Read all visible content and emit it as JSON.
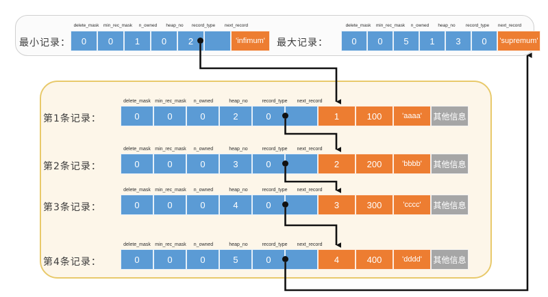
{
  "colors": {
    "blue": "#5b9bd5",
    "orange": "#ed7d31",
    "gray": "#a6a6a6",
    "panel_border_yellow": "#e8c96a",
    "panel_bg_yellow": "#fdf6e9",
    "panel_border_gray": "#cfcfcf",
    "wire": "#111111"
  },
  "headers": {
    "delete_mask": "delete_mask",
    "min_rec_mask": "min_rec_mask",
    "n_owned": "n_owned",
    "heap_no": "heap_no",
    "record_type": "record_type",
    "next_record": "next_record"
  },
  "top_panel": {
    "min_record": {
      "label": "最小记录：",
      "headers": [
        "delete_mask",
        "min_rec_mask",
        "n_owned",
        "heap_no",
        "record_type",
        "next_record"
      ],
      "values": [
        "0",
        "0",
        "1",
        "0",
        "2",
        ""
      ],
      "next_record_is_pointer": true,
      "payload": "'infimum'"
    },
    "max_record": {
      "label": "最大记录：",
      "headers": [
        "delete_mask",
        "min_rec_mask",
        "n_owned",
        "heap_no",
        "record_type",
        "next_record"
      ],
      "values": [
        "0",
        "0",
        "5",
        "1",
        "3",
        "0"
      ],
      "next_record_is_pointer": false,
      "payload": "'supremum'"
    }
  },
  "records_panel": {
    "rows": [
      {
        "label": "第1条记录：",
        "headers": [
          "delete_mask",
          "min_rec_mask",
          "n_owned",
          "heap_no",
          "record_type",
          "next_record"
        ],
        "values": [
          "0",
          "0",
          "0",
          "2",
          "0",
          ""
        ],
        "columns": [
          "1",
          "100",
          "'aaaa'"
        ],
        "other": "其他信息"
      },
      {
        "label": "第2条记录：",
        "headers": [
          "delete_mask",
          "min_rec_mask",
          "n_owned",
          "heap_no",
          "record_type",
          "next_record"
        ],
        "values": [
          "0",
          "0",
          "0",
          "3",
          "0",
          ""
        ],
        "columns": [
          "2",
          "200",
          "'bbbb'"
        ],
        "other": "其他信息"
      },
      {
        "label": "第3条记录：",
        "headers": [
          "delete_mask",
          "min_rec_mask",
          "n_owned",
          "heap_no",
          "record_type",
          "next_record"
        ],
        "values": [
          "0",
          "0",
          "0",
          "4",
          "0",
          ""
        ],
        "columns": [
          "3",
          "300",
          "'cccc'"
        ],
        "other": "其他信息"
      },
      {
        "label": "第4条记录：",
        "headers": [
          "delete_mask",
          "min_rec_mask",
          "n_owned",
          "heap_no",
          "record_type",
          "next_record"
        ],
        "values": [
          "0",
          "0",
          "0",
          "5",
          "0",
          ""
        ],
        "columns": [
          "4",
          "400",
          "'dddd'"
        ],
        "other": "其他信息"
      }
    ]
  },
  "links": [
    {
      "from": "infimum.next_record",
      "to": "record1.first_column"
    },
    {
      "from": "record1.next_record",
      "to": "record2.first_column"
    },
    {
      "from": "record2.next_record",
      "to": "record3.first_column"
    },
    {
      "from": "record3.next_record",
      "to": "record4.first_column"
    },
    {
      "from": "record4.next_record",
      "to": "supremum"
    }
  ]
}
